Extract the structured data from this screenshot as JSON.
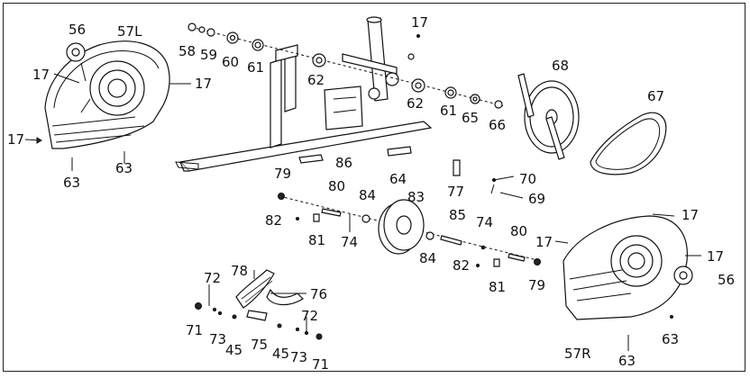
{
  "labels": {
    "n56a": "56",
    "n57l": "57L",
    "n17a": "17",
    "n17b": "17",
    "n17c": "17",
    "n63a": "63",
    "n63b": "63",
    "n58": "58",
    "n59": "59",
    "n60": "60",
    "n61a": "61",
    "n62a": "62",
    "n17d": "17",
    "n62b": "62",
    "n61b": "61",
    "n65": "65",
    "n66": "66",
    "n68": "68",
    "n67": "67",
    "n79a": "79",
    "n86": "86",
    "n64": "64",
    "n77": "77",
    "n70": "70",
    "n69": "69",
    "n80a": "80",
    "n84a": "84",
    "n83": "83",
    "n82a": "82",
    "n81a": "81",
    "n74a": "74",
    "n85": "85",
    "n74b": "74",
    "n84b": "84",
    "n80b": "80",
    "n82b": "82",
    "n81b": "81",
    "n79b": "79",
    "n17e": "17",
    "n17f": "17",
    "n17g": "17",
    "n56b": "56",
    "n57r": "57R",
    "n63c": "63",
    "n63d": "63",
    "n78": "78",
    "n76": "76",
    "n72a": "72",
    "n72b": "72",
    "n71a": "71",
    "n73a": "73",
    "n45a": "45",
    "n75": "75",
    "n45b": "45",
    "n73b": "73",
    "n71b": "71"
  }
}
